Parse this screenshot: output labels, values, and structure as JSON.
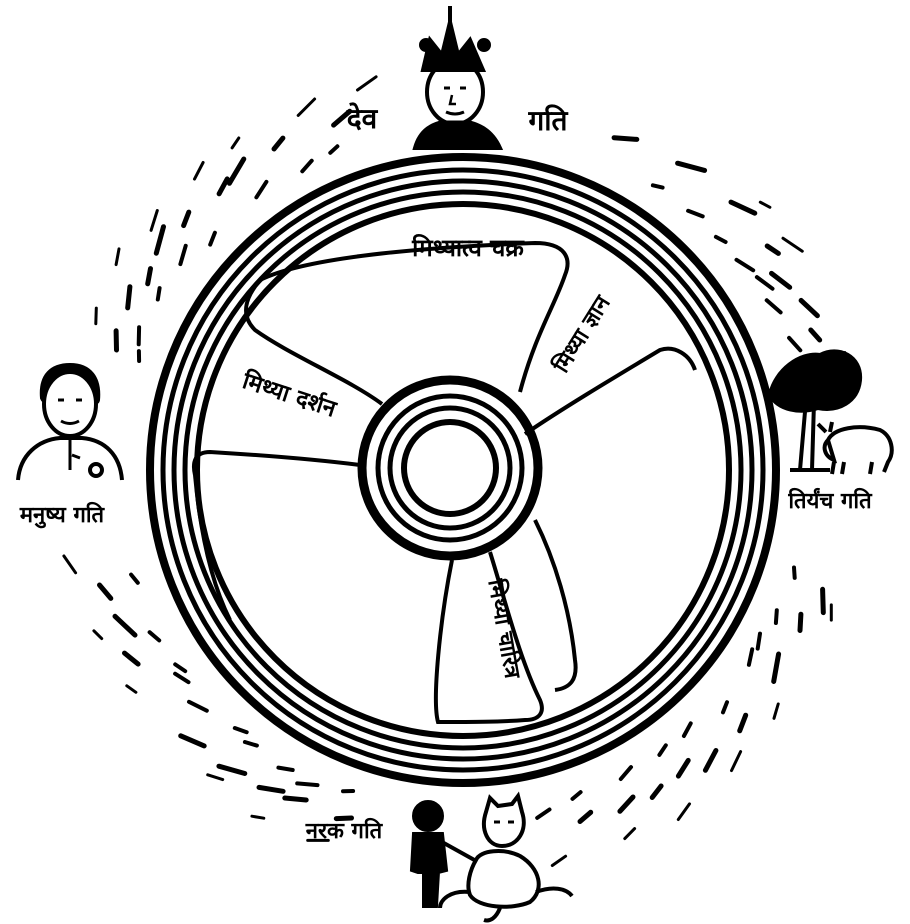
{
  "diagram": {
    "center_label": "मिथ्यात्व चक्र",
    "spoke_labels": {
      "right": "मिथ्या ज्ञान",
      "left": "मिथ्या दर्शन",
      "bottom": "मिथ्या चारित्र"
    },
    "gati_labels": {
      "top_left": "देव",
      "top_right": "गति",
      "left": "मनुष्य गति",
      "right": "तिर्यंच गति",
      "bottom": "नरक गति"
    },
    "icons": {
      "top": "deity-icon",
      "left": "human-icon",
      "right": "tree-and-bull-icon",
      "bottom": "hell-beings-icon"
    },
    "colors": {
      "ink": "#000000",
      "paper": "#ffffff"
    }
  }
}
